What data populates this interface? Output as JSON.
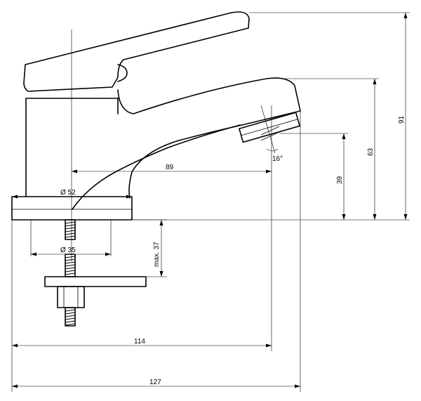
{
  "dimensions": {
    "overall_length": "127",
    "reach_114": "114",
    "spout_reach": "89",
    "base_diameter": "Ø 52",
    "hole_diameter": "Ø 35",
    "max_thickness": "max. 37",
    "total_height": "91",
    "spout_top_height": "63",
    "outlet_height": "39",
    "angle": "16°"
  }
}
